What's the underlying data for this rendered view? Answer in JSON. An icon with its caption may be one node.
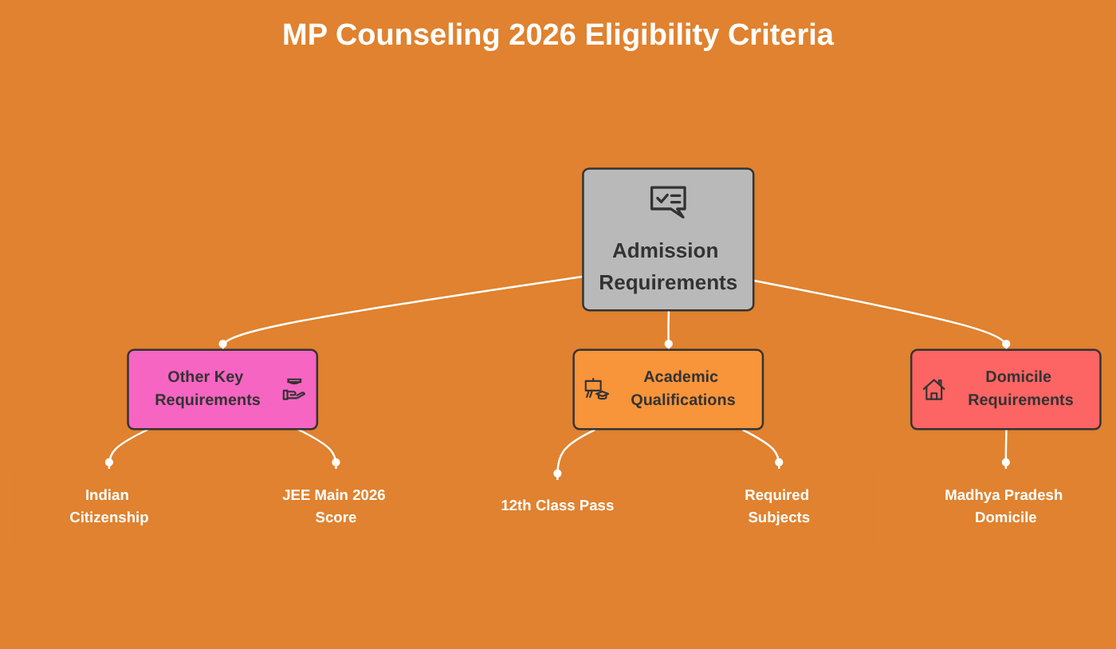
{
  "diagram": {
    "title": "MP Counseling 2026 Eligibility Criteria",
    "nodes": [
      {
        "text": [
          "Admission Requirements"
        ]
      },
      {
        "text": [
          "Other Key Requirements"
        ]
      },
      {
        "text": [
          "Indian Citizenship"
        ]
      },
      {
        "text": [
          "JEE Main 2026 Score"
        ]
      },
      {
        "text": [
          "Academic Qualifications"
        ]
      },
      {
        "text": [
          "12th Class Pass"
        ]
      },
      {
        "text": [
          "Required Subjects"
        ]
      },
      {
        "text": [
          "Domicile Requirements"
        ]
      },
      {
        "text": [
          "Madhya Pradesh Domicile"
        ]
      }
    ],
    "edges": [
      {
        "from": 0,
        "to": 1,
        "arrow": "other"
      },
      {
        "from": 0,
        "to": 4,
        "arrow": "other"
      },
      {
        "from": 0,
        "to": 7,
        "arrow": "other"
      },
      {
        "from": 1,
        "to": 2,
        "arrow": "other"
      },
      {
        "from": 1,
        "to": 3,
        "arrow": "other"
      },
      {
        "from": 4,
        "to": 5,
        "arrow": "other"
      },
      {
        "from": 4,
        "to": 6,
        "arrow": "other"
      },
      {
        "from": 7,
        "to": 8,
        "arrow": "other"
      }
    ]
  }
}
